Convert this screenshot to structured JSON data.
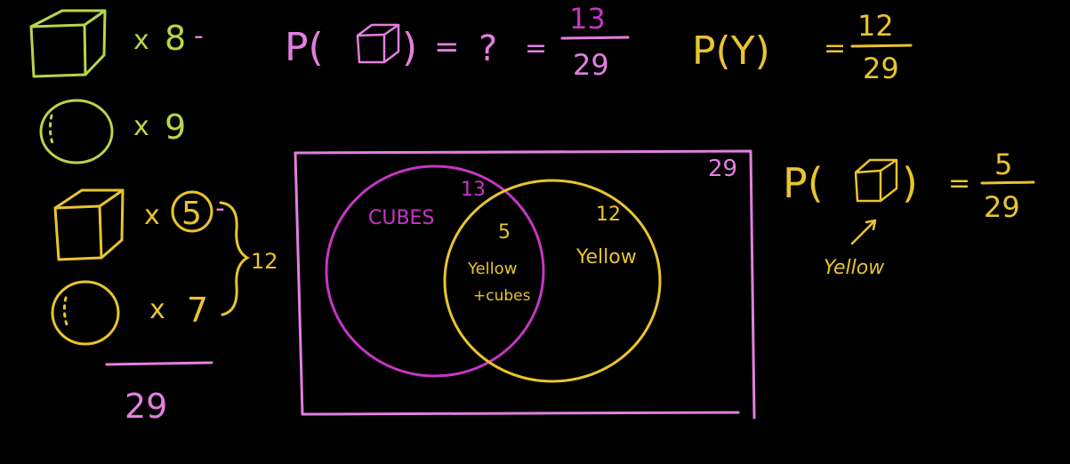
{
  "colors": {
    "background": "#000000",
    "green": "#b7d64a",
    "yellow": "#e9c42e",
    "pink": "#e37fe0",
    "magenta": "#c736c4"
  },
  "counts": {
    "green_cube": {
      "times": "x",
      "value": "8",
      "dash": "-"
    },
    "green_marble": {
      "times": "x",
      "value": "9"
    },
    "yellow_cube": {
      "times": "x",
      "value": "5",
      "dash": "-"
    },
    "yellow_marble": {
      "times": "x",
      "value": "7"
    },
    "brace_total": "12",
    "grand_total": "29"
  },
  "formulas": {
    "p_cube": {
      "prefix": "P(",
      "suffix": ")",
      "equals1": "=",
      "question": "?",
      "equals2": "=",
      "numerator": "13",
      "denominator": "29"
    },
    "p_yellow": {
      "text": "P(Y)",
      "equals": "=",
      "numerator": "12",
      "denominator": "29"
    },
    "p_yellow_cube": {
      "prefix": "P(",
      "suffix": ")",
      "equals": "=",
      "numerator": "5",
      "denominator": "29",
      "annotation": "Yellow"
    }
  },
  "venn": {
    "total": "29",
    "cubes_label": "CUBES",
    "cubes_count": "13",
    "yellow_label": "Yellow",
    "yellow_count": "12",
    "intersection_count": "5",
    "intersection_label_line1": "Yellow",
    "intersection_label_line2": "+cubes"
  }
}
